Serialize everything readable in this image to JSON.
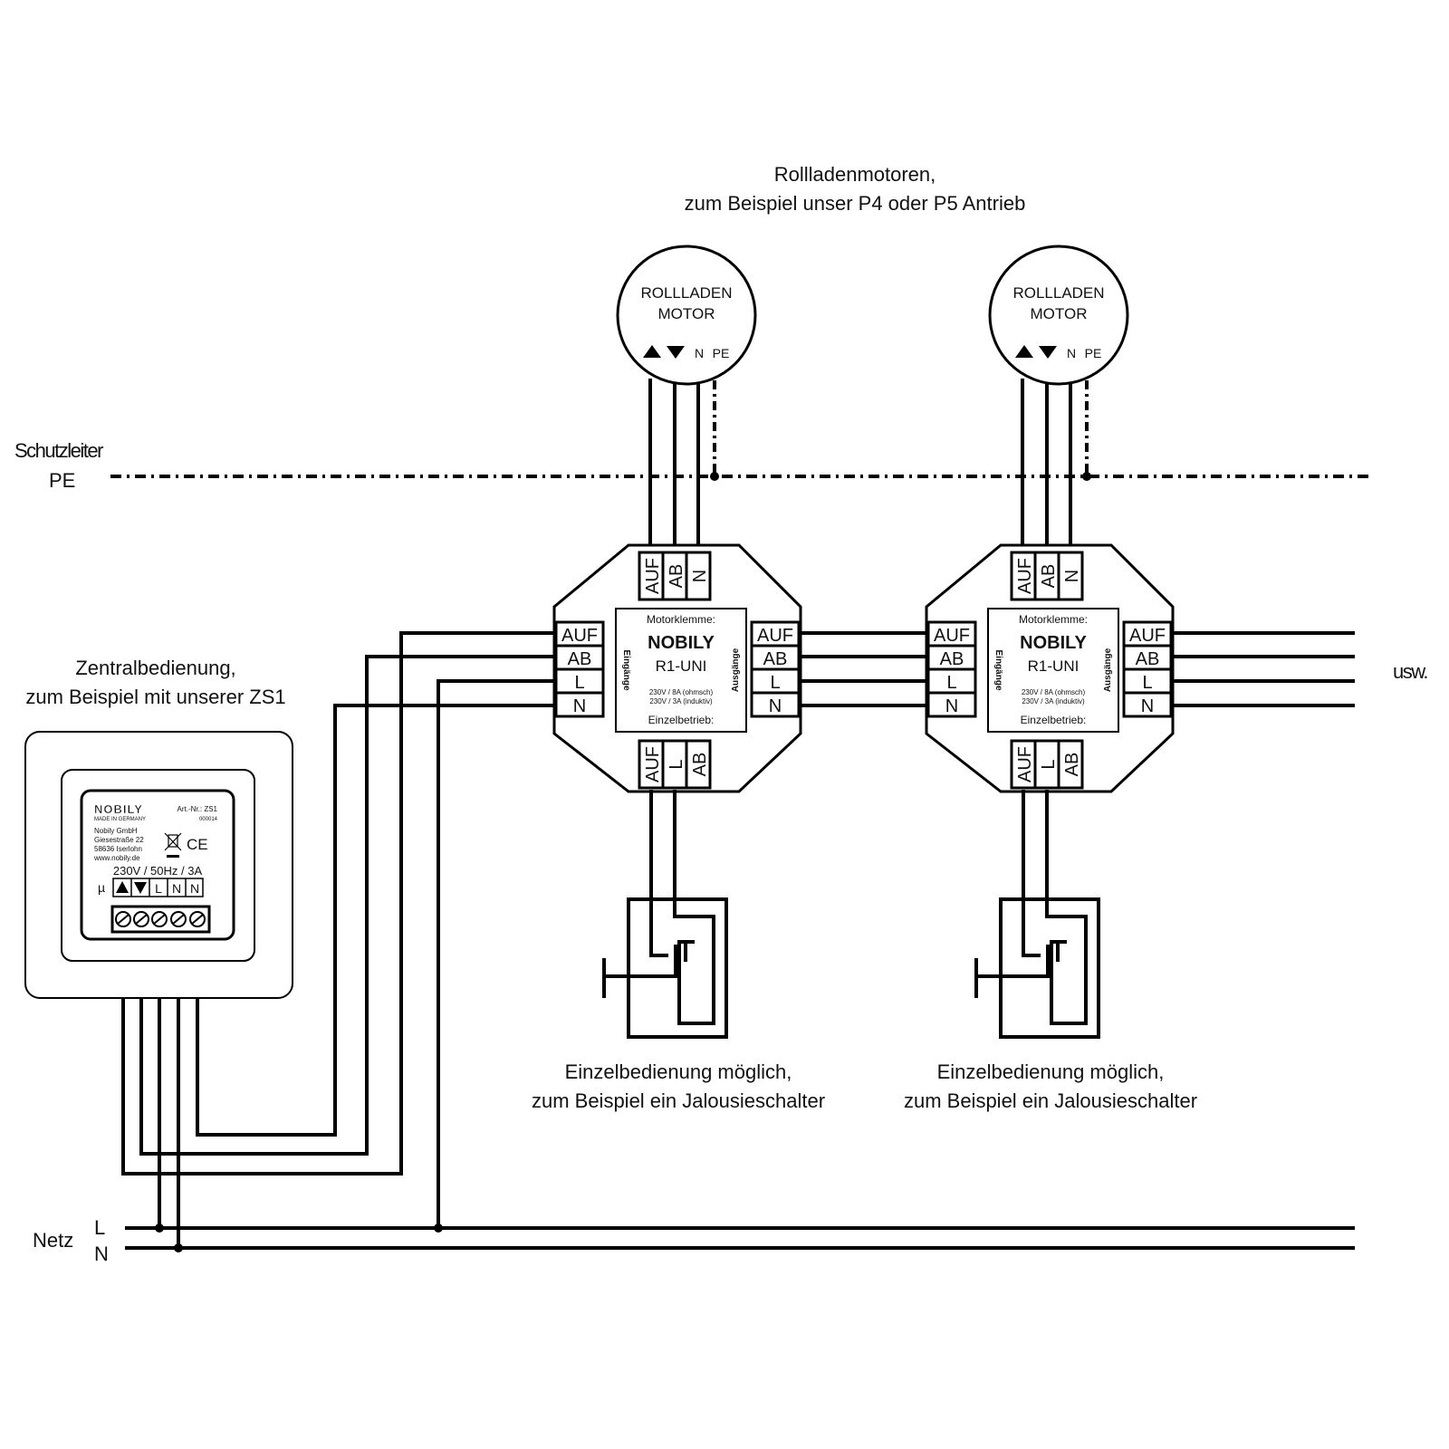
{
  "top_caption": {
    "line1": "Rollladenmotoren,",
    "line2": "zum Beispiel unser P4 oder P5 Antrieb"
  },
  "pe_label": {
    "line1": "Schutzleiter",
    "line2": "PE"
  },
  "central_caption": {
    "line1": "Zentralbedienung,",
    "line2": "zum Beispiel mit unserer ZS1"
  },
  "usw": "usw.",
  "netz": {
    "label": "Netz",
    "L": "L",
    "N": "N"
  },
  "motor": {
    "line1": "ROLLLADEN",
    "line2": "MOTOR",
    "n": "N",
    "pe": "PE"
  },
  "module": {
    "top_terms": [
      "AUF",
      "AB",
      "N"
    ],
    "left_terms": [
      "AUF",
      "AB",
      "L",
      "N"
    ],
    "right_terms": [
      "AUF",
      "AB",
      "L",
      "N"
    ],
    "bottom_terms": [
      "AUF",
      "L",
      "AB"
    ],
    "motorklemme": "Motorklemme:",
    "brand": "NOBILY",
    "model": "R1-UNI",
    "inputs": "Eingänge",
    "outputs": "Ausgänge",
    "rating1": "230V   / 8A (ohmsch)",
    "rating2": "230V   / 3A (induktiv)",
    "einzelbetrieb": "Einzelbetrieb:"
  },
  "switch_caption": {
    "line1": "Einzelbedienung möglich,",
    "line2": "zum Beispiel ein Jalousieschalter"
  },
  "zs1": {
    "brand": "NOBILY",
    "made": "MADE IN GERMANY",
    "art": "Art.-Nr.: ZS1",
    "code": "000014",
    "addr1": "Nobily GmbH",
    "addr2": "Giesestraße 22",
    "addr3": "58636 Iserlohn",
    "addr4": "www.nobily.de",
    "ce": "CE",
    "rating": "230V / 50Hz / 3A",
    "mu": "µ",
    "terms": [
      "L",
      "N",
      "N"
    ]
  }
}
